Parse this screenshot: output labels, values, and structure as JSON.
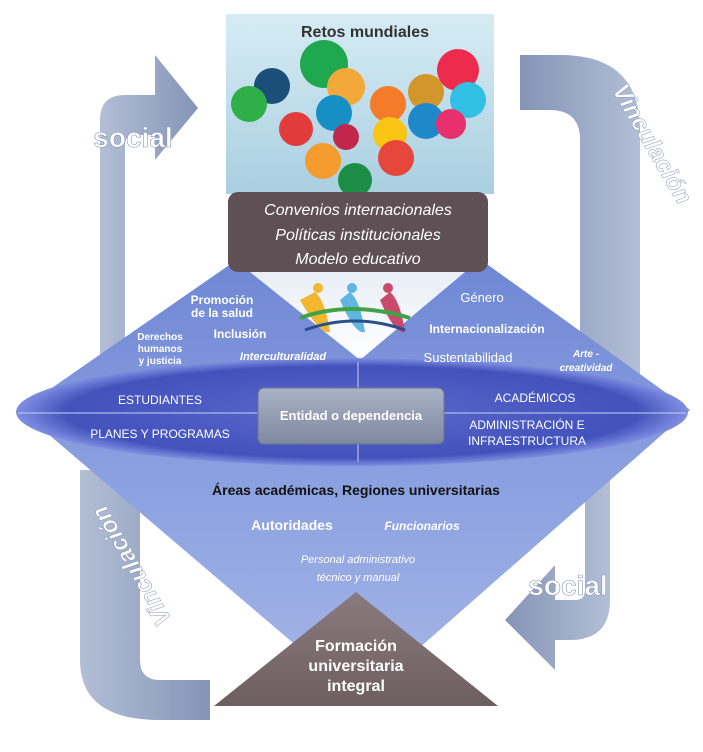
{
  "top_box": {
    "title": "Retos mundiales"
  },
  "policy_box": {
    "line1": "Convenios internacionales",
    "line2": "Políticas institucionales",
    "line3": "Modelo educativo"
  },
  "themes": {
    "promocion_1": "Promoción",
    "promocion_2": "de la salud",
    "genero": "Género",
    "derechos_1": "Derechos",
    "derechos_2": "humanos",
    "derechos_3": "y justicia",
    "inclusion": "Inclusión",
    "internacionalizacion": "Internacionalización",
    "interculturalidad": "Interculturalidad",
    "sustentabilidad": "Sustentabilidad",
    "arte_1": "Arte -",
    "arte_2": "creatividad"
  },
  "quadrants": {
    "estudiantes": "ESTUDIANTES",
    "academicos": "ACADÉMICOS",
    "planes": "PLANES Y PROGRAMAS",
    "admin_1": "ADMINISTRACIÓN E",
    "admin_2": "INFRAESTRUCTURA"
  },
  "center_box": {
    "label": "Entidad o dependencia"
  },
  "lower": {
    "areas": "Áreas académicas, Regiones universitarias",
    "autoridades": "Autoridades",
    "funcionarios": "Funcionarios",
    "personal_1": "Personal administrativo",
    "personal_2": "técnico y manual"
  },
  "bottom": {
    "line1": "Formación",
    "line2": "universitaria",
    "line3": "integral"
  },
  "arrows": {
    "social_left": "social",
    "vinculacion_right": "Vinculación",
    "social_right": "social",
    "vinculacion_left": "Vinculación"
  },
  "colors": {
    "arrow": "#98A7C5",
    "ellipse": "#4E5DC3",
    "triangle": "#7C93D6",
    "box_dark": "#5E5055",
    "box_light": "#C8E4EF",
    "bottom_triangle": "#7A6B6F"
  }
}
